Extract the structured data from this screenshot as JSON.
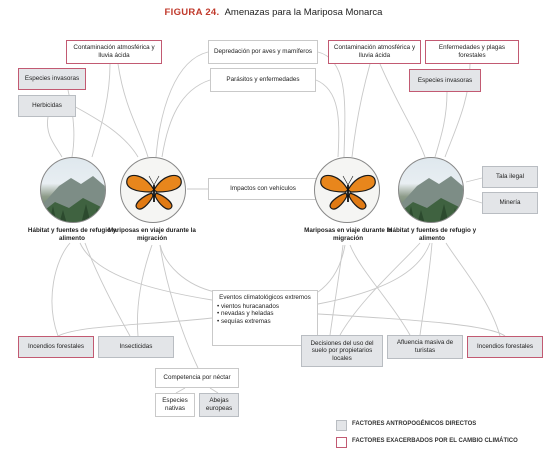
{
  "title": {
    "figure": "FIGURA 24.",
    "text": "Amenazas para la Mariposa Monarca"
  },
  "center": {
    "depredacion": "Depredación por aves y mamíferos",
    "parasitos": "Parásitos y enfermedades",
    "impactos": "Impactos con vehículos",
    "eventos_head": "Eventos climatológicos extremos",
    "eventos_items": [
      "• vientos huracanados",
      "• nevadas y heladas",
      "• sequías extremas"
    ],
    "competencia": "Competencia por néctar",
    "especies_nativas": "Especies nativas",
    "abejas": "Abejas europeas"
  },
  "left": {
    "contaminacion": "Contaminación atmosférica y lluvia ácida",
    "invasoras": "Especies invasoras",
    "herbicidas": "Herbicidas",
    "habitat_caption": "Hábitat y fuentes de refugio y alimento",
    "mariposas_caption": "Mariposas en viaje durante la migración",
    "incendios": "Incendios forestales",
    "insecticidas": "Insecticidas"
  },
  "right": {
    "contaminacion": "Contaminación atmosférica y lluvia ácida",
    "enfermedades": "Enfermedades y plagas forestales",
    "invasoras": "Especies invasoras",
    "tala": "Tala ilegal",
    "mineria": "Minería",
    "mariposas_caption": "Mariposas en viaje durante la migración",
    "habitat_caption": "Hábitat y fuentes de refugio y alimento",
    "decisiones": "Decisiones del uso del suelo por propietarios locales",
    "afluencia": "Afluencia masiva de turistas",
    "incendios": "Incendios forestales"
  },
  "legend": {
    "direct": "FACTORES ANTROPOGÉNICOS DIRECTOS",
    "climate": "FACTORES EXACERBADOS POR EL CAMBIO CLIMÁTICO"
  },
  "colors": {
    "title_accent": "#c0392b",
    "climate_border": "#c25a72",
    "direct_fill": "#e3e5e8",
    "link": "#c8c8c8"
  }
}
